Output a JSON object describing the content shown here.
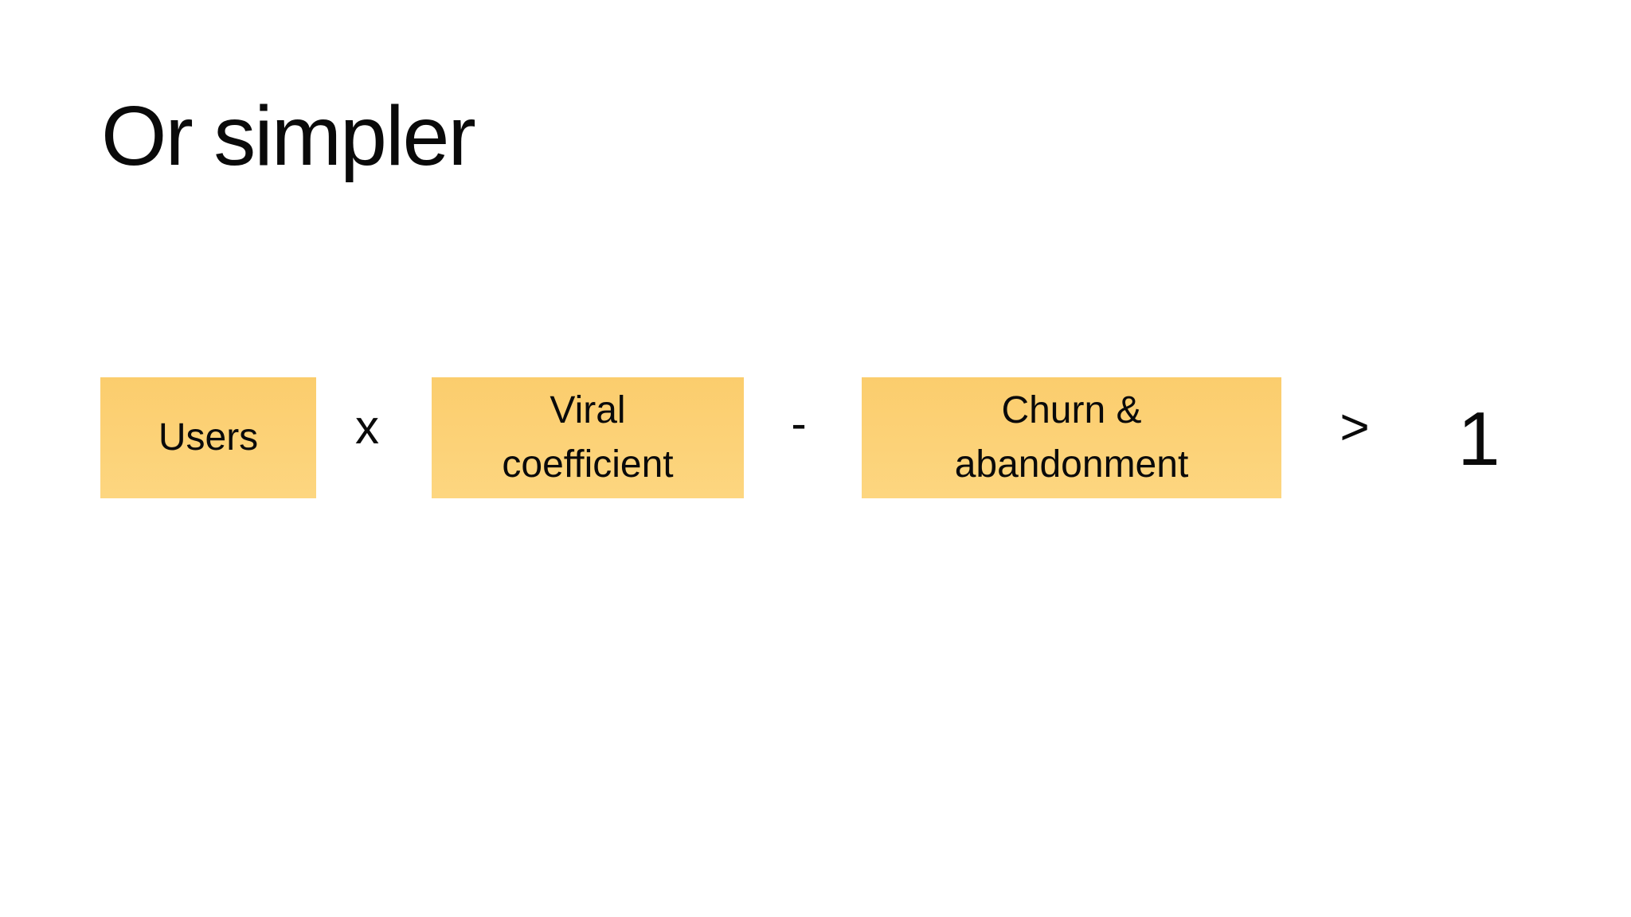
{
  "slide": {
    "title": "Or simpler"
  },
  "formula": {
    "boxes": [
      {
        "name": "users",
        "lines": [
          "Users",
          ""
        ]
      },
      {
        "name": "viral-coefficient",
        "lines": [
          "Viral",
          "coefficient"
        ]
      },
      {
        "name": "churn-abandonment",
        "lines": [
          "Churn &",
          "abandonment"
        ]
      }
    ],
    "operators": {
      "multiply": "x",
      "minus": "-",
      "greater_than": ">"
    },
    "result": "1"
  },
  "colors": {
    "background": "#ffffff",
    "text": "#0a0a0a",
    "box_gradient_top": "#fbcd6d",
    "box_gradient_bottom": "#fdd680"
  }
}
